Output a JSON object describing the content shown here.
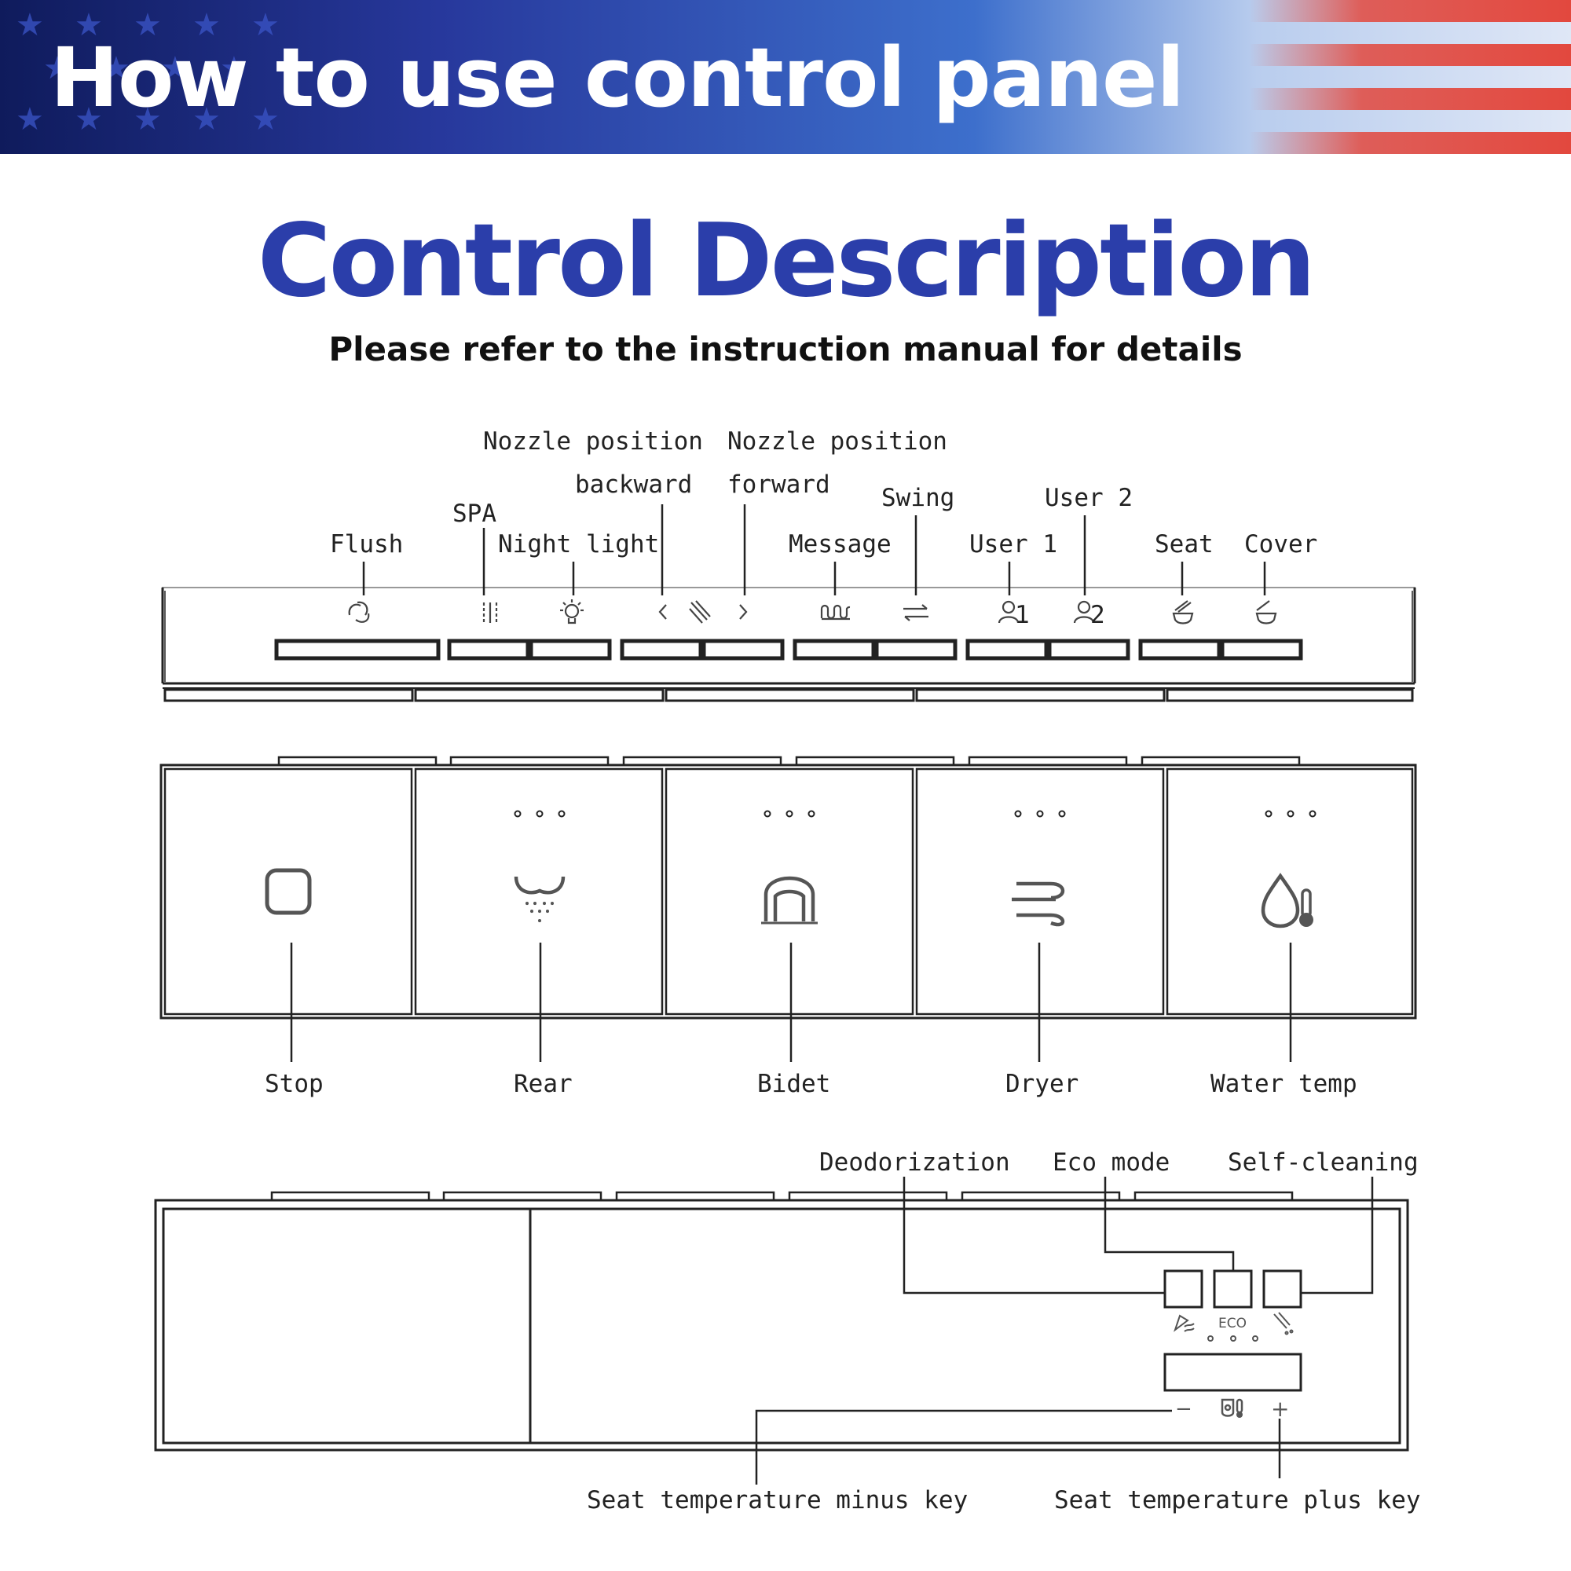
{
  "header": {
    "title": "How to use control panel",
    "colors": {
      "navy": "#0f1b5c",
      "blue": "#3d6fcc",
      "red": "#e2483e",
      "white": "#ffffff"
    }
  },
  "main": {
    "title": "Control Description",
    "subtitle": "Please refer to the instruction manual for details",
    "accent_color": "#2b3eaa"
  },
  "top_panel": {
    "labels": {
      "flush": "Flush",
      "spa": "SPA",
      "night_light": "Night light",
      "nozzle_backward_1": "Nozzle position",
      "nozzle_backward_2": "backward",
      "nozzle_forward_1": "Nozzle position",
      "nozzle_forward_2": "forward",
      "message": "Message",
      "swing": "Swing",
      "user1": "User 1",
      "user2": "User 2",
      "seat": "Seat",
      "cover": "Cover"
    },
    "icons": [
      "flush-icon",
      "spa-icon",
      "night-light-icon",
      "chevron-left-icon",
      "nozzle-icon",
      "chevron-right-icon",
      "massage-icon",
      "swing-icon",
      "user-1-icon",
      "user-2-icon",
      "seat-icon",
      "cover-icon"
    ]
  },
  "middle_panel": {
    "buttons": {
      "stop": "Stop",
      "rear": "Rear",
      "bidet": "Bidet",
      "dryer": "Dryer",
      "water_temp": "Water temp"
    }
  },
  "bottom_panel": {
    "labels": {
      "deodorization": "Deodorization",
      "eco_mode": "Eco mode",
      "self_cleaning": "Self-cleaning",
      "eco_text": "ECO",
      "minus": "−",
      "plus": "+",
      "seat_minus": "Seat temperature minus key",
      "seat_plus": "Seat temperature plus key"
    }
  }
}
